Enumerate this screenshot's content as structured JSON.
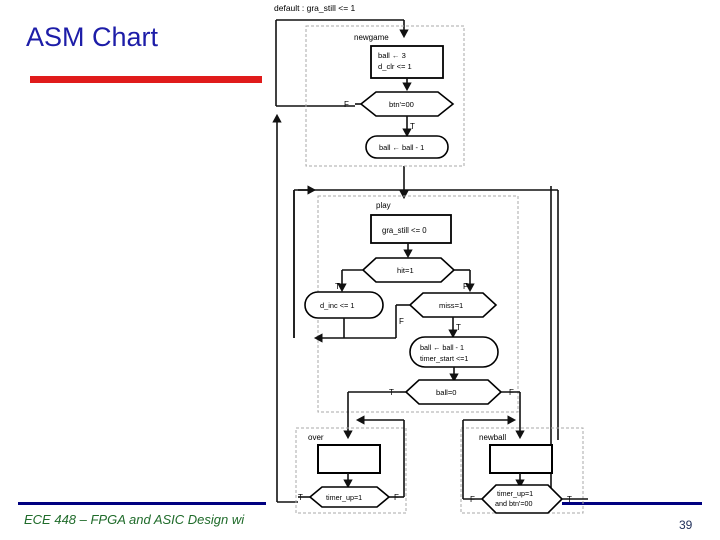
{
  "slide": {
    "title": "ASM Chart",
    "page_number": "39",
    "footer": "ECE 448 – FPGA and ASIC Design wi",
    "accent_red": "#e01b1b",
    "accent_navy": "#000080",
    "title_color": "#1d1da8",
    "footer_color": "#1f6b2a"
  },
  "chart_data": {
    "type": "diagram",
    "title": "ASM Chart",
    "diagram_kind": "asm-chart",
    "default_annotation": "default : gra_still <= 1",
    "states": [
      {
        "name": "newgame",
        "state_box": [
          "ball ← 3",
          "d_clr <= 1"
        ],
        "decisions": [
          {
            "label": "btn'=00",
            "true_branch": "T",
            "false_branch": "F"
          }
        ],
        "conditional_outputs": [
          "ball ← ball - 1"
        ]
      },
      {
        "name": "play",
        "state_box": [
          "gra_still <= 0"
        ],
        "decisions": [
          {
            "label": "hit=1",
            "true_branch": "T",
            "false_branch": "F"
          },
          {
            "label": "miss=1",
            "true_branch": "T",
            "false_branch": "F"
          },
          {
            "label": "ball=0",
            "true_branch": "T",
            "false_branch": "F"
          }
        ],
        "conditional_outputs": [
          "d_inc <= 1",
          "ball ← ball - 1",
          "timer_start <=1"
        ]
      },
      {
        "name": "over",
        "state_box": [],
        "decisions": [
          {
            "label": "timer_up=1",
            "true_branch": "T",
            "false_branch": "F"
          }
        ],
        "conditional_outputs": []
      },
      {
        "name": "newball",
        "state_box": [],
        "decisions": [
          {
            "label": "timer_up=1 and btn'=00",
            "true_branch": "T",
            "false_branch": "F"
          }
        ],
        "conditional_outputs": []
      }
    ],
    "labels": {
      "default_note": "default : gra_still <= 1",
      "newgame": "newgame",
      "play": "play",
      "over": "over",
      "newball": "newball",
      "newgame_box_l1": "ball ← 3",
      "newgame_box_l2": "d_clr <= 1",
      "dec_btn": "btn'=00",
      "oval_ball_dec": "ball ← ball - 1",
      "play_box": "gra_still <= 0",
      "dec_hit": "hit=1",
      "oval_dinc": "d_inc <= 1",
      "dec_miss": "miss=1",
      "oval_ball_timer_l1": "ball ← ball - 1",
      "oval_ball_timer_l2": "timer_start <=1",
      "dec_ball0": "ball=0",
      "dec_timerup": "timer_up=1",
      "dec_timerup_btn_l1": "timer_up=1",
      "dec_timerup_btn_l2": "and btn'=00",
      "T": "T",
      "F": "F"
    }
  }
}
